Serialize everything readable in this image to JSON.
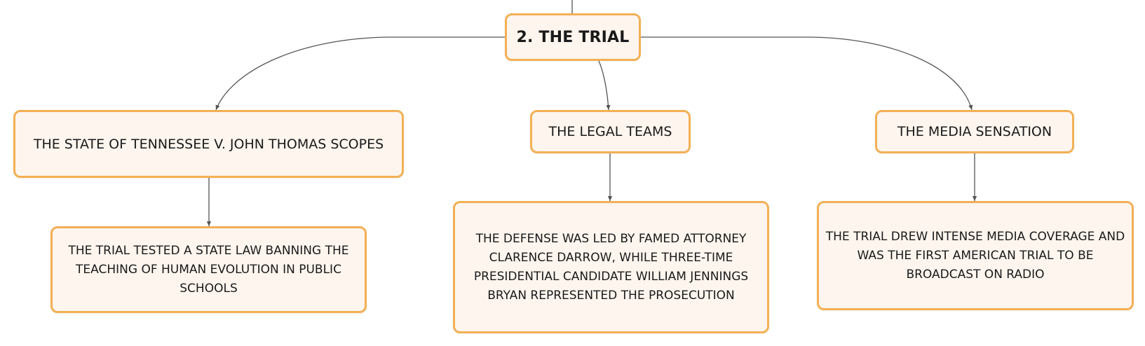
{
  "root": {
    "label": "2. THE TRIAL"
  },
  "branches": {
    "state_case": {
      "label": "THE STATE OF TENNESSEE V. JOHN THOMAS SCOPES",
      "detail": "THE TRIAL TESTED A STATE LAW BANNING THE TEACHING OF HUMAN EVOLUTION IN PUBLIC SCHOOLS"
    },
    "legal_teams": {
      "label": "THE LEGAL TEAMS",
      "detail": "THE DEFENSE WAS LED BY FAMED ATTORNEY CLARENCE DARROW, WHILE THREE-TIME PRESIDENTIAL CANDIDATE WILLIAM JENNINGS BRYAN REPRESENTED THE PROSECUTION"
    },
    "media": {
      "label": "THE MEDIA SENSATION",
      "detail": "THE TRIAL DREW INTENSE MEDIA COVERAGE AND WAS THE FIRST AMERICAN TRIAL TO BE BROADCAST ON RADIO"
    }
  },
  "colors": {
    "node_fill": "#fdf5ee",
    "node_border": "#f3b055",
    "connector": "#555555",
    "text": "#1a1a1a"
  }
}
